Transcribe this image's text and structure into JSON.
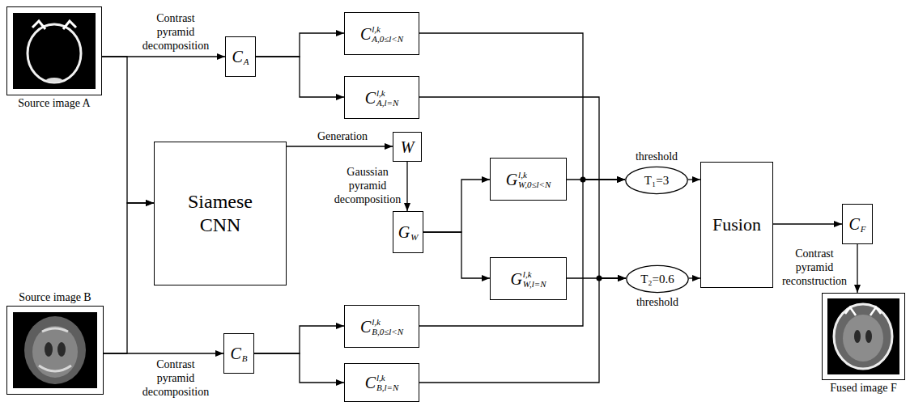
{
  "diagram": {
    "nodes": [
      {
        "text": [
          "Source image A"
        ]
      },
      {
        "text": [
          "C",
          "A"
        ]
      },
      {
        "text": [
          "C",
          "l,k",
          "A,0≤l<N"
        ]
      },
      {
        "text": [
          "C",
          "l,k",
          "A,l=N"
        ]
      },
      {
        "text": [
          "Siamese CNN"
        ]
      },
      {
        "text": [
          "W"
        ]
      },
      {
        "text": [
          "G",
          "W"
        ]
      },
      {
        "text": [
          "G",
          "l,k",
          "W,0≤l<N"
        ]
      },
      {
        "text": [
          "G",
          "l,k",
          "W,l=N"
        ]
      },
      {
        "text": [
          "threshold",
          "T₁=3"
        ]
      },
      {
        "text": [
          "T₂=0.6",
          "threshold"
        ]
      },
      {
        "text": [
          "Fusion"
        ]
      },
      {
        "text": [
          "C",
          "F"
        ]
      },
      {
        "text": [
          "Fused image F"
        ]
      },
      {
        "text": [
          "Source image B"
        ]
      },
      {
        "text": [
          "C",
          "B"
        ]
      },
      {
        "text": [
          "C",
          "l,k",
          "B,0≤l<N"
        ]
      },
      {
        "text": [
          "C",
          "l,k",
          "B,l=N"
        ]
      }
    ],
    "edges": [
      {
        "from": 0,
        "to": 1,
        "arrow": "to",
        "label": "Contrast pyramid decomposition"
      },
      {
        "from": 0,
        "to": 4,
        "arrow": "to"
      },
      {
        "from": 14,
        "to": 4,
        "arrow": "to"
      },
      {
        "from": 14,
        "to": 15,
        "arrow": "to",
        "label": "Contrast pyramid decomposition"
      },
      {
        "from": 1,
        "to": 2,
        "arrow": "to"
      },
      {
        "from": 1,
        "to": 3,
        "arrow": "to"
      },
      {
        "from": 15,
        "to": 16,
        "arrow": "to"
      },
      {
        "from": 15,
        "to": 17,
        "arrow": "to"
      },
      {
        "from": 4,
        "to": 5,
        "arrow": "to",
        "label": "Generation"
      },
      {
        "from": 5,
        "to": 6,
        "arrow": "to",
        "label": "Gaussian pyramid decomposition"
      },
      {
        "from": 6,
        "to": 7,
        "arrow": "to"
      },
      {
        "from": 6,
        "to": 8,
        "arrow": "to"
      },
      {
        "from": 2,
        "to": 9,
        "arrow": "to"
      },
      {
        "from": 7,
        "to": 9,
        "arrow": "to"
      },
      {
        "from": 16,
        "to": 9,
        "arrow": "to"
      },
      {
        "from": 3,
        "to": 10,
        "arrow": "to"
      },
      {
        "from": 8,
        "to": 10,
        "arrow": "to"
      },
      {
        "from": 17,
        "to": 10,
        "arrow": "to"
      },
      {
        "from": 9,
        "to": 11,
        "arrow": "to"
      },
      {
        "from": 10,
        "to": 11,
        "arrow": "to"
      },
      {
        "from": 11,
        "to": 12,
        "arrow": "to"
      },
      {
        "from": 12,
        "to": 13,
        "arrow": "to",
        "label": "Contrast pyramid reconstruction"
      }
    ]
  }
}
